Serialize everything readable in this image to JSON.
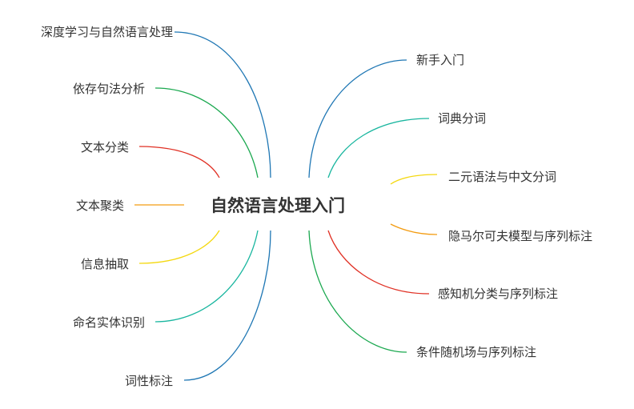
{
  "root": {
    "label": "自然语言处理入门"
  },
  "left_branches": [
    {
      "label": "深度学习与自然语言处理",
      "color": "#1f77b4"
    },
    {
      "label": "依存句法分析",
      "color": "#1aa84f"
    },
    {
      "label": "文本分类",
      "color": "#e03024"
    },
    {
      "label": "文本聚类",
      "color": "#f39c12"
    },
    {
      "label": "信息抽取",
      "color": "#f4d80f"
    },
    {
      "label": "命名实体识别",
      "color": "#19b69f"
    },
    {
      "label": "词性标注",
      "color": "#1f77b4"
    }
  ],
  "right_branches": [
    {
      "label": "新手入门",
      "color": "#1f77b4"
    },
    {
      "label": "词典分词",
      "color": "#19b69f"
    },
    {
      "label": "二元语法与中文分词",
      "color": "#f4d80f"
    },
    {
      "label": "隐马尔可夫模型与序列标注",
      "color": "#f39c12"
    },
    {
      "label": "感知机分类与序列标注",
      "color": "#e03024"
    },
    {
      "label": "条件随机场与序列标注",
      "color": "#1aa84f"
    }
  ]
}
